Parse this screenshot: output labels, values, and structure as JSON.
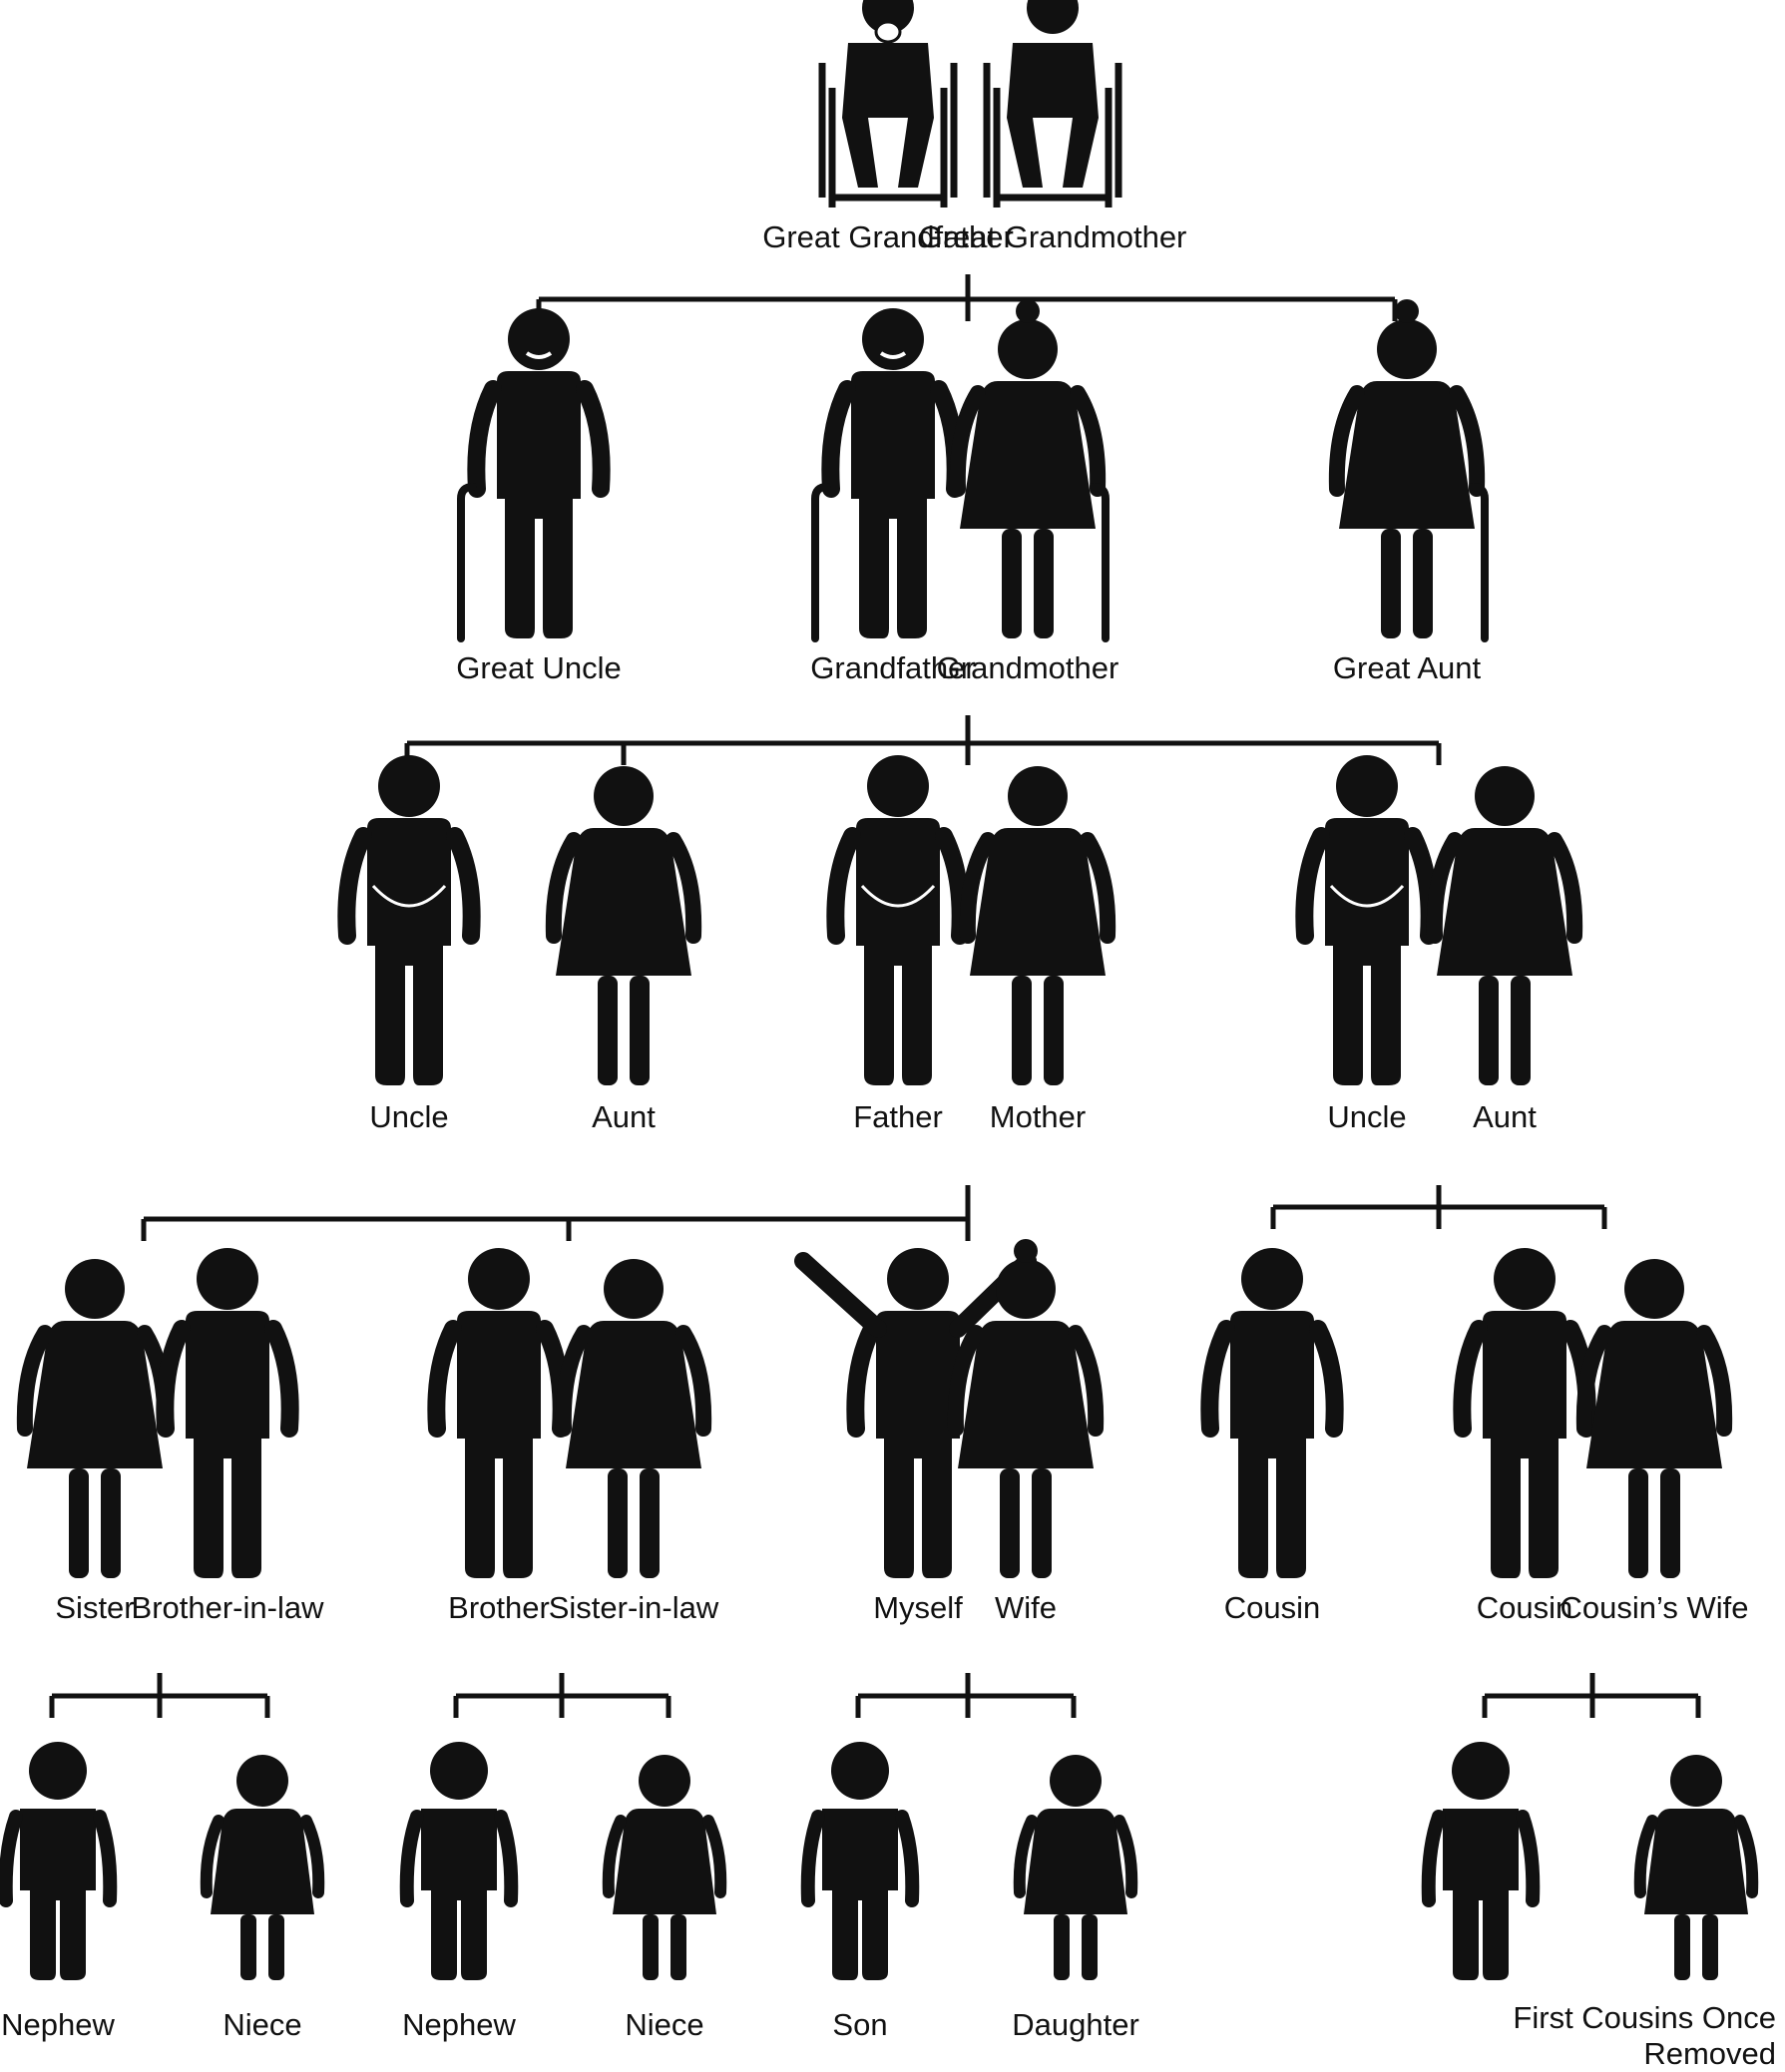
{
  "palette": {
    "ink": "#111111",
    "background": "#ffffff"
  },
  "generations": [
    {
      "members": [
        {
          "label": "Great Grandfather",
          "icon": "wheelchair-grandfather-icon"
        },
        {
          "label": "Great Grandmother",
          "icon": "wheelchair-grandmother-icon"
        }
      ]
    },
    {
      "members": [
        {
          "label": "Great Uncle",
          "icon": "old-man-with-cane-icon"
        },
        {
          "label": "Grandfather",
          "icon": "old-man-with-cane-icon"
        },
        {
          "label": "Grandmother",
          "icon": "old-woman-with-cane-icon"
        },
        {
          "label": "Great Aunt",
          "icon": "old-woman-with-cane-icon"
        }
      ]
    },
    {
      "members": [
        {
          "label": "Uncle",
          "icon": "man-icon"
        },
        {
          "label": "Aunt",
          "icon": "woman-icon"
        },
        {
          "label": "Father",
          "icon": "man-icon"
        },
        {
          "label": "Mother",
          "icon": "woman-icon"
        },
        {
          "label": "Uncle",
          "icon": "man-icon"
        },
        {
          "label": "Aunt",
          "icon": "woman-icon"
        }
      ]
    },
    {
      "members": [
        {
          "label": "Sister",
          "icon": "woman-icon"
        },
        {
          "label": "Brother-in-law",
          "icon": "man-icon"
        },
        {
          "label": "Brother",
          "icon": "man-icon"
        },
        {
          "label": "Sister-in-law",
          "icon": "woman-icon"
        },
        {
          "label": "Myself",
          "icon": "man-waving-icon"
        },
        {
          "label": "Wife",
          "icon": "woman-icon"
        },
        {
          "label": "Cousin",
          "icon": "man-icon"
        },
        {
          "label": "Cousin",
          "icon": "man-icon"
        },
        {
          "label": "Cousin’s Wife",
          "icon": "woman-icon"
        }
      ]
    },
    {
      "members": [
        {
          "label": "Nephew",
          "icon": "boy-icon"
        },
        {
          "label": "Niece",
          "icon": "girl-icon"
        },
        {
          "label": "Nephew",
          "icon": "boy-icon"
        },
        {
          "label": "Niece",
          "icon": "girl-icon"
        },
        {
          "label": "Son",
          "icon": "boy-icon"
        },
        {
          "label": "Daughter",
          "icon": "girl-icon"
        },
        {
          "label": "",
          "icon": "boy-icon"
        },
        {
          "label": "",
          "icon": "girl-icon"
        }
      ]
    }
  ],
  "caption": "First Cousins Once Removed"
}
